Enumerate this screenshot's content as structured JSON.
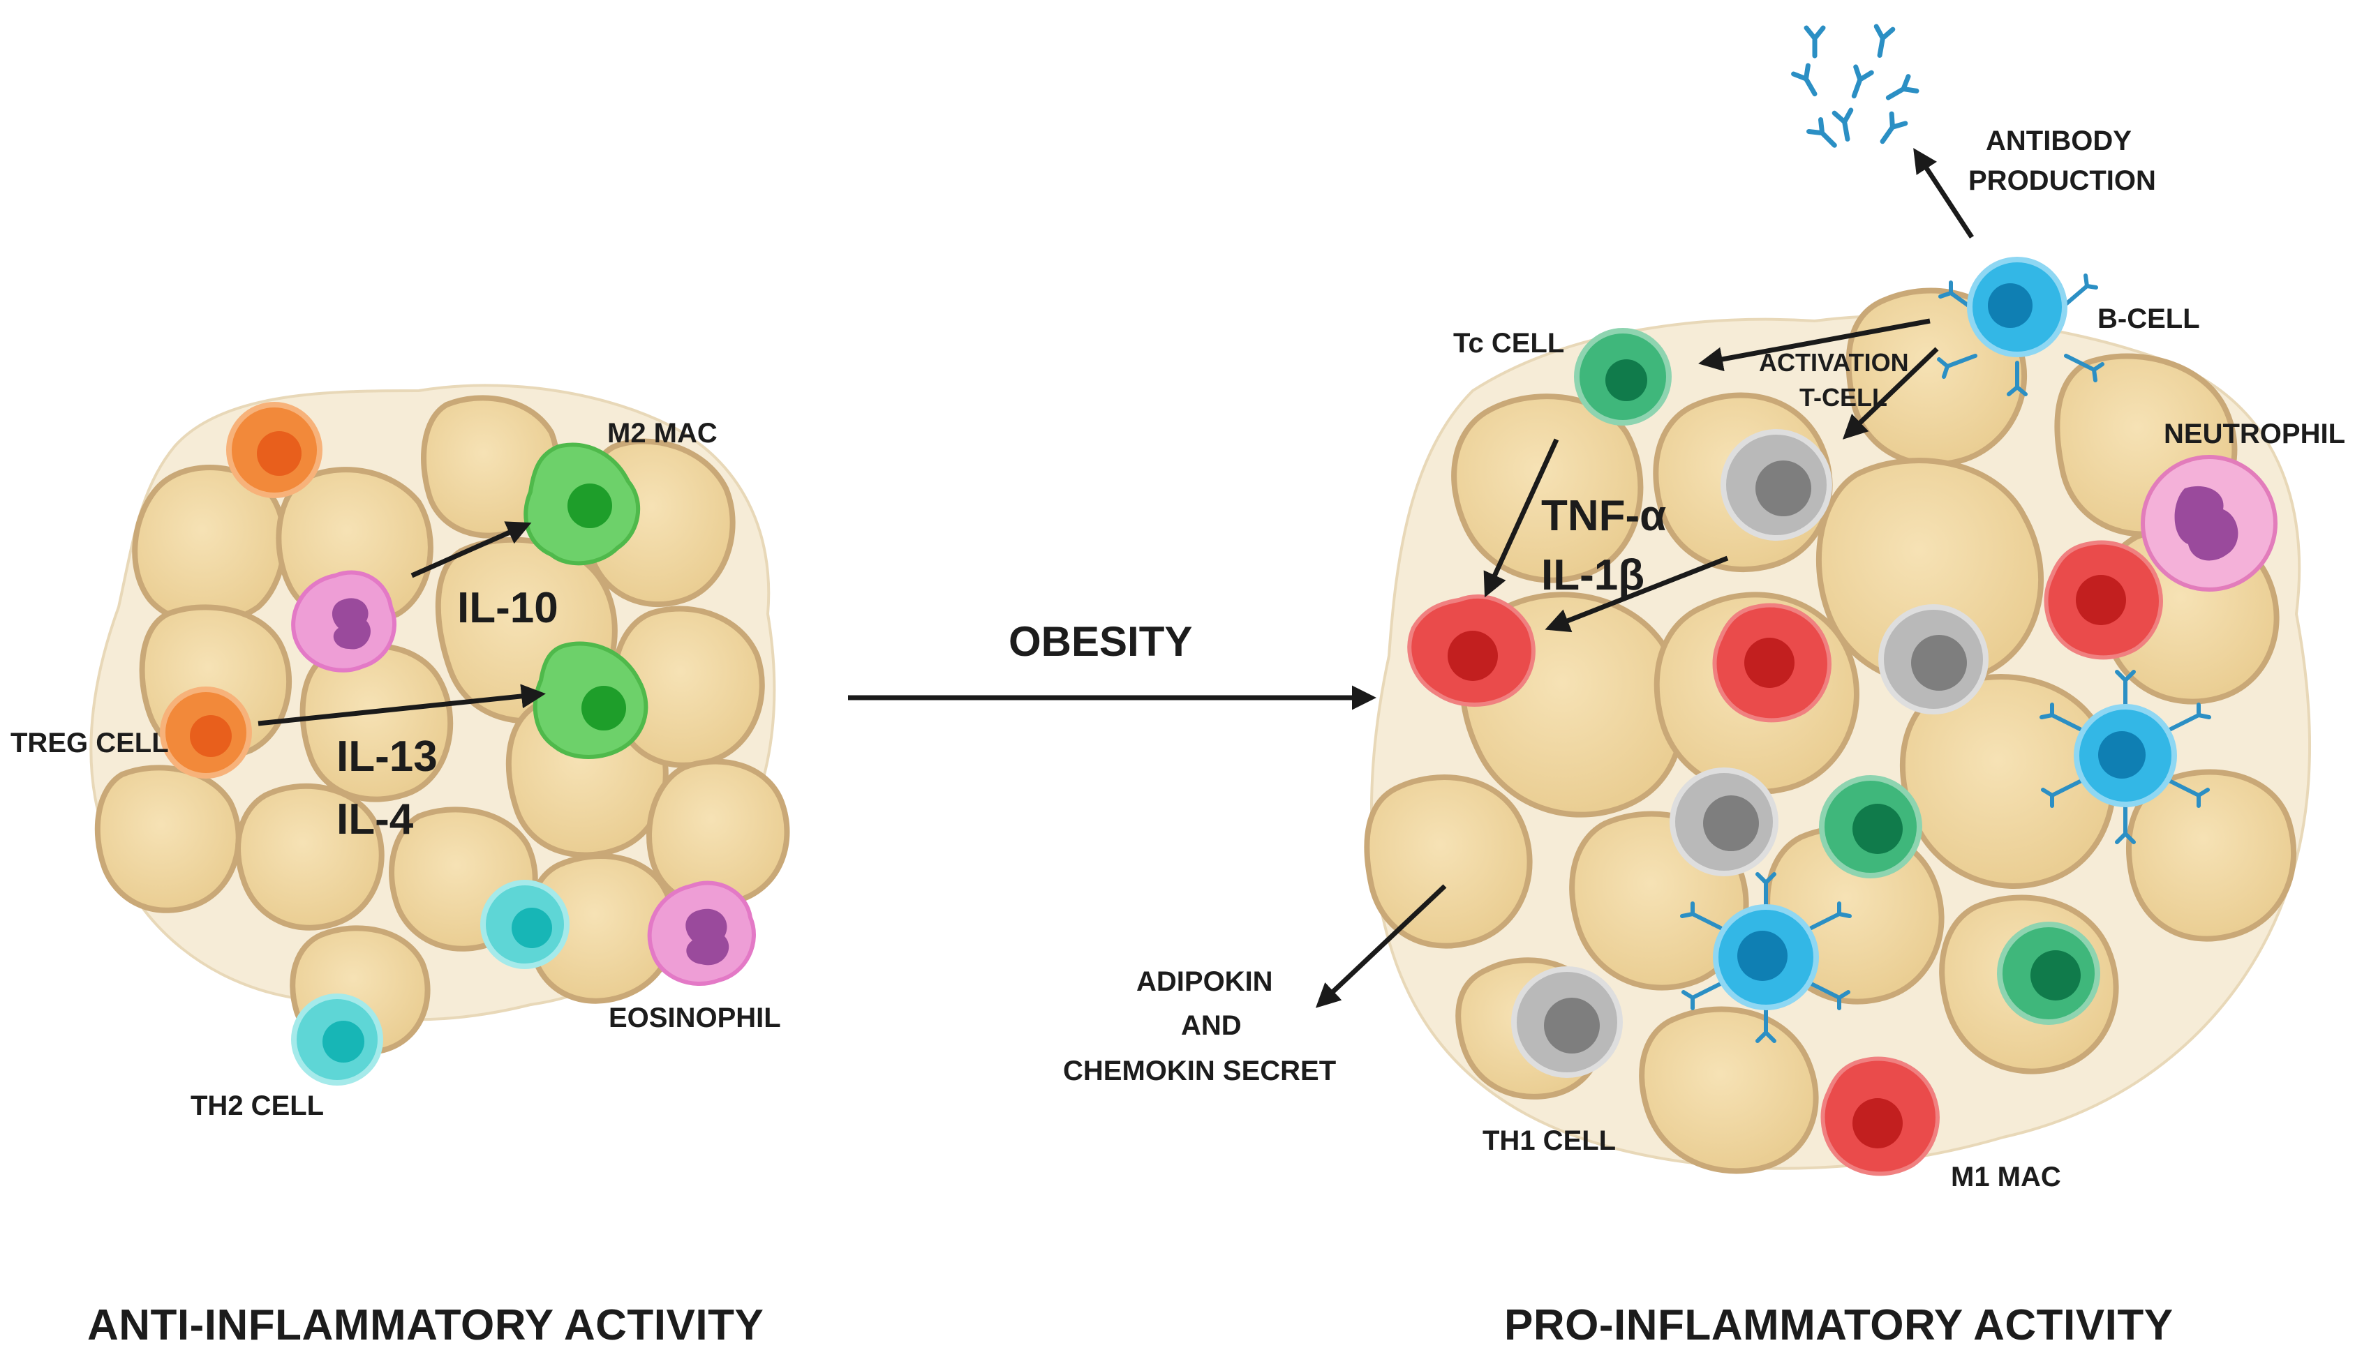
{
  "left_panel": {
    "labels": {
      "m2_mac": "M2 MAC",
      "il10": "IL-10",
      "il13": "IL-13",
      "il4": "IL-4",
      "treg": "TREG CELL",
      "eosinophil": "EOSINOPHIL",
      "th2": "TH2 CELL"
    },
    "title": "ANTI-INFLAMMATORY ACTIVITY"
  },
  "center": {
    "obesity": "OBESITY"
  },
  "right_panel": {
    "labels": {
      "antibody_line1": "ANTIBODY",
      "antibody_line2": "PRODUCTION",
      "b_cell": "B-CELL",
      "tc_cell": "Tc CELL",
      "activation_line1": "ACTIVATION",
      "activation_line2": "T-CELL",
      "neutrophil": "NEUTROPHIL",
      "tnf": "TNF-α",
      "il1b": "IL-1β",
      "adipokin_line1": "ADIPOKIN",
      "adipokin_line2": "AND",
      "adipokin_line3": "CHEMOKIN SECRET",
      "th1": "TH1 CELL",
      "m1_mac": "M1 MAC"
    },
    "title": "PRO-INFLAMMATORY ACTIVITY"
  },
  "colors": {
    "adipocyte_fill": "#f1d9a4",
    "adipocyte_stroke": "#c9a877",
    "tissue_bg": "#f6ecd7",
    "treg": "#f2893a",
    "m2_mac": "#6dd16a",
    "eosinophil": "#ee9ed6",
    "th2": "#5ed6d6",
    "tc_cell": "#3fb77b",
    "b_cell": "#33b7e6",
    "th1": "#b9b9b9",
    "m1_mac": "#ea4b4b",
    "neutrophil": "#f4b1d9",
    "antibody": "#2b8fc4",
    "arrow": "#1a1a1a"
  }
}
